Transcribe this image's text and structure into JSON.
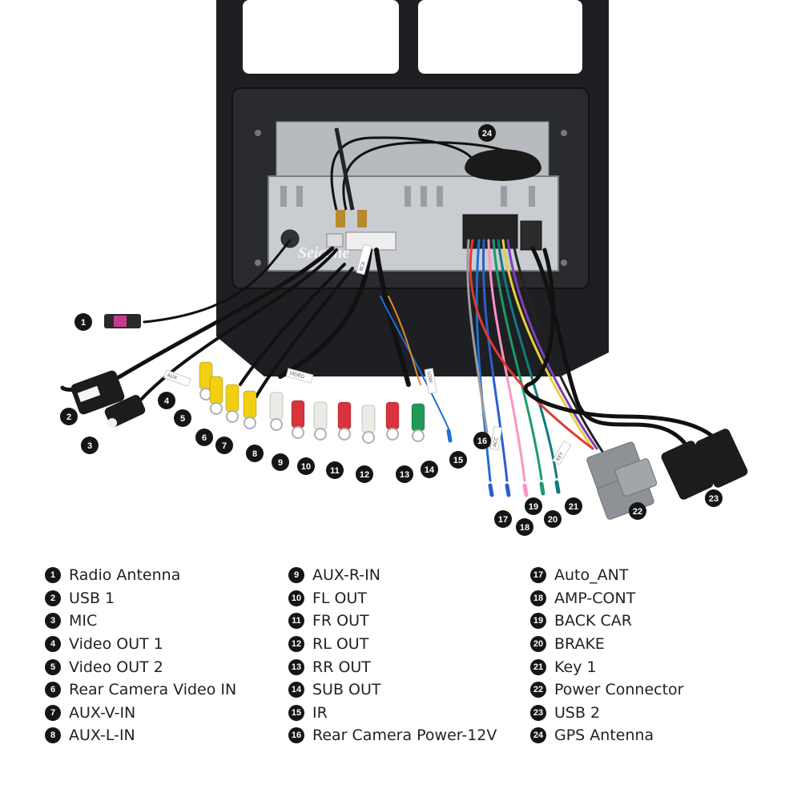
{
  "watermark": "Seicane",
  "cable_tags": [
    "RCA",
    "AUX",
    "VIDEO",
    "LOW",
    "ACC",
    "KEY"
  ],
  "colors": {
    "panel": "#1e1f22",
    "chassis": "#c9ccd1",
    "badge": "#151515",
    "rca_yellow": "#f3cf12",
    "rca_white": "#ecebe6",
    "rca_red": "#d9333b",
    "rca_green": "#1f9a57",
    "connector_gray": "#8e9196"
  },
  "legend": [
    {
      "num": "1",
      "label": "Radio Antenna"
    },
    {
      "num": "2",
      "label": "USB 1"
    },
    {
      "num": "3",
      "label": "MIC"
    },
    {
      "num": "4",
      "label": "Video OUT 1"
    },
    {
      "num": "5",
      "label": "Video OUT 2"
    },
    {
      "num": "6",
      "label": "Rear Camera Video IN"
    },
    {
      "num": "7",
      "label": "AUX-V-IN"
    },
    {
      "num": "8",
      "label": "AUX-L-IN"
    },
    {
      "num": "9",
      "label": "AUX-R-IN"
    },
    {
      "num": "10",
      "label": "FL OUT"
    },
    {
      "num": "11",
      "label": "FR OUT"
    },
    {
      "num": "12",
      "label": "RL OUT"
    },
    {
      "num": "13",
      "label": "RR OUT"
    },
    {
      "num": "14",
      "label": "SUB OUT"
    },
    {
      "num": "15",
      "label": "IR"
    },
    {
      "num": "16",
      "label": "Rear Camera Power-12V"
    },
    {
      "num": "17",
      "label": "Auto_ANT"
    },
    {
      "num": "18",
      "label": "AMP-CONT"
    },
    {
      "num": "19",
      "label": "BACK CAR"
    },
    {
      "num": "20",
      "label": "BRAKE"
    },
    {
      "num": "21",
      "label": "Key 1"
    },
    {
      "num": "22",
      "label": "Power Connector"
    },
    {
      "num": "23",
      "label": "USB 2"
    },
    {
      "num": "24",
      "label": "GPS Antenna"
    }
  ]
}
